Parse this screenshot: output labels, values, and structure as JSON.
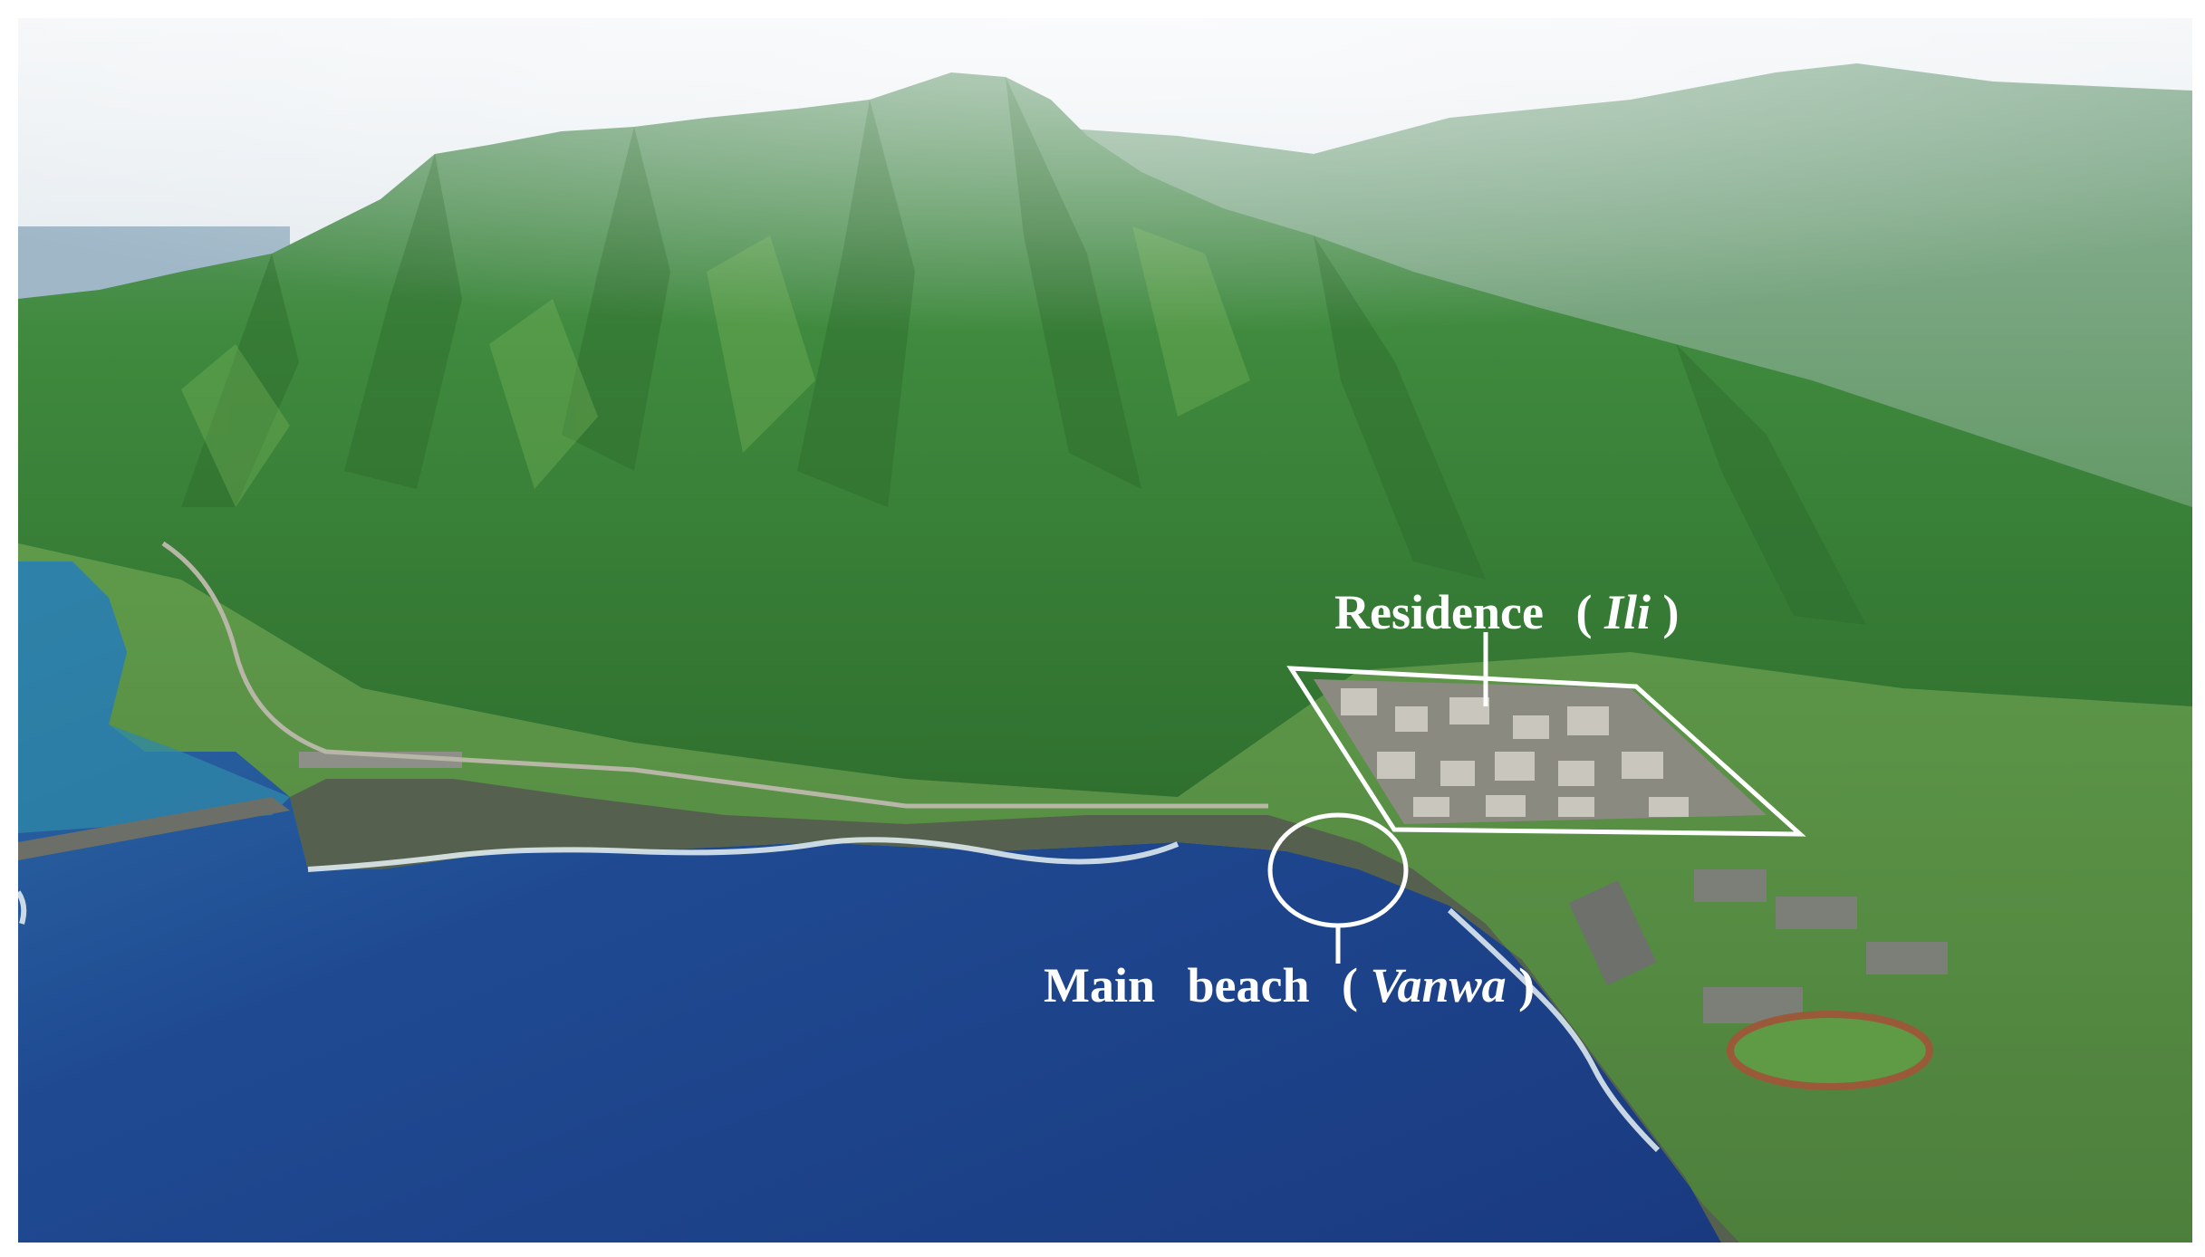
{
  "annotations": {
    "residence": {
      "text": "Residence",
      "open_paren": "(",
      "native_name": "Ili",
      "close_paren": ")"
    },
    "main_beach": {
      "text": "Main",
      "text2": "beach",
      "open_paren": "(",
      "native_name": "Vanwa",
      "close_paren": ")"
    }
  },
  "colors": {
    "annotation": "#ffffff",
    "sea_deep": "#1f3f86",
    "sea_shallow": "#2f88a8",
    "mountain": "#3f8a3a",
    "sky": "#e8eef2"
  }
}
